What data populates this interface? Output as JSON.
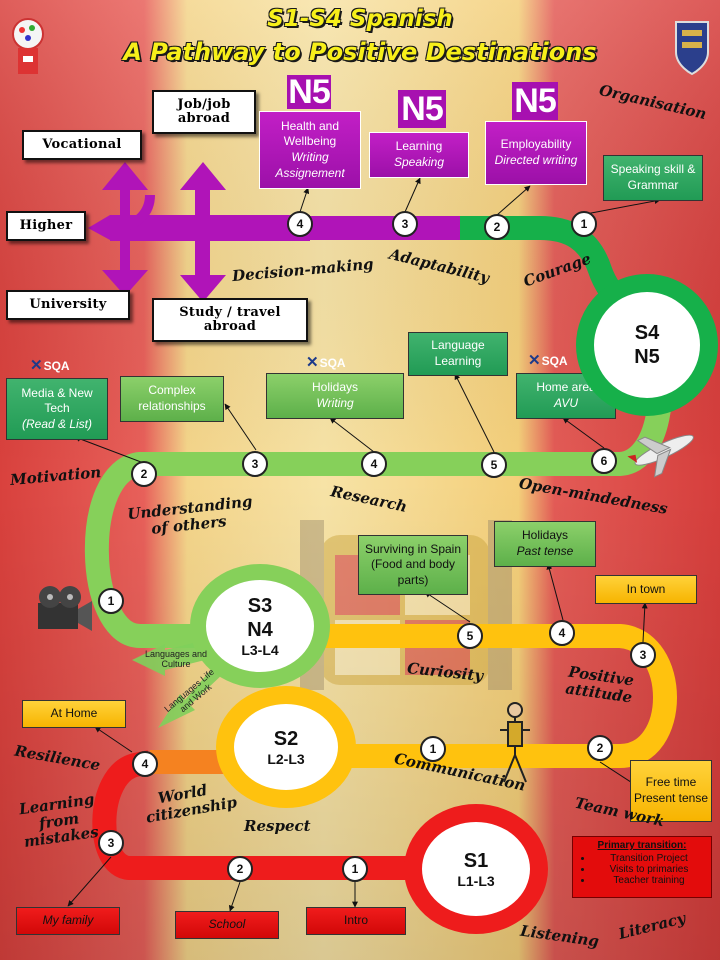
{
  "title": {
    "line1": "S1-S4 Spanish",
    "line2": "A Pathway to Positive Destinations"
  },
  "destinations": {
    "vocational": "Vocational",
    "higher": "Higher",
    "university": "University",
    "job_abroad": "Job/job abroad",
    "study_travel": "Study / travel abroad"
  },
  "n5_badge": "N5",
  "sqa_label": "SQA",
  "s4_boxes": {
    "health": {
      "line1": "Health and Wellbeing",
      "line2": "Writing Assignement"
    },
    "learning": {
      "line1": "Learning",
      "line2": "Speaking"
    },
    "employability": {
      "line1": "Employability",
      "line2": "Directed writing"
    },
    "speaking": {
      "line1": "Speaking skill & Grammar"
    }
  },
  "s3_boxes": {
    "media": {
      "line1": "Media & New Tech",
      "line2": "(Read & List)"
    },
    "complex": {
      "line1": "Complex relationships"
    },
    "holidays": {
      "line1": "Holidays",
      "line2": "Writing"
    },
    "language": {
      "line1": "Language Learning"
    },
    "home_area": {
      "line1": "Home area",
      "line2": "AVU"
    }
  },
  "s2_boxes": {
    "holidays_past": {
      "line1": "Holidays",
      "line2": "Past tense"
    },
    "surviving": {
      "line1": "Surviving in Spain (Food and body parts)"
    },
    "in_town": {
      "line1": "In town"
    },
    "at_home": {
      "line1": "At Home"
    },
    "free_time": {
      "line1": "Free time Present tense"
    }
  },
  "s1_boxes": {
    "my_family": "My family",
    "school": "School",
    "intro": "Intro"
  },
  "transition": {
    "title": "Primary transition:",
    "items": [
      "Transition Project",
      "Visits to primaries",
      "Teacher training"
    ]
  },
  "stages": {
    "s4": {
      "stage": "S4",
      "level": "N5"
    },
    "s3": {
      "stage": "S3",
      "level": "N4",
      "sub": "L3-L4"
    },
    "s2": {
      "stage": "S2",
      "level": "L2-L3"
    },
    "s1": {
      "stage": "S1",
      "level": "L1-L3"
    }
  },
  "arrow_labels": {
    "lang_culture": "Languages and Culture",
    "lang_life": "Languages Life and Work"
  },
  "skills": {
    "organisation": "Organisation",
    "decision": "Decision-making",
    "adaptability": "Adaptability",
    "courage": "Courage",
    "motivation": "Motivation",
    "research": "Research",
    "open": "Open-mindedness",
    "understanding": "Understanding of others",
    "curiosity": "Curiosity",
    "positive": "Positive attitude",
    "resilience": "Resilience",
    "world": "World citizenship",
    "communication": "Communication",
    "learning_mistakes": "Learning from mistakes",
    "respect": "Respect",
    "teamwork": "Team work",
    "listening": "Listening",
    "literacy": "Literacy"
  },
  "numbers": {
    "n1": "1",
    "n2": "2",
    "n3": "3",
    "n4": "4",
    "n5": "5",
    "n6": "6"
  },
  "colors": {
    "s4_path": "#16b04a",
    "s3_path": "#86d05a",
    "s2_path": "#ffc20e",
    "s1_path": "#ee1c1c",
    "purple": "#b014b8",
    "title": "#f7ef1a"
  }
}
